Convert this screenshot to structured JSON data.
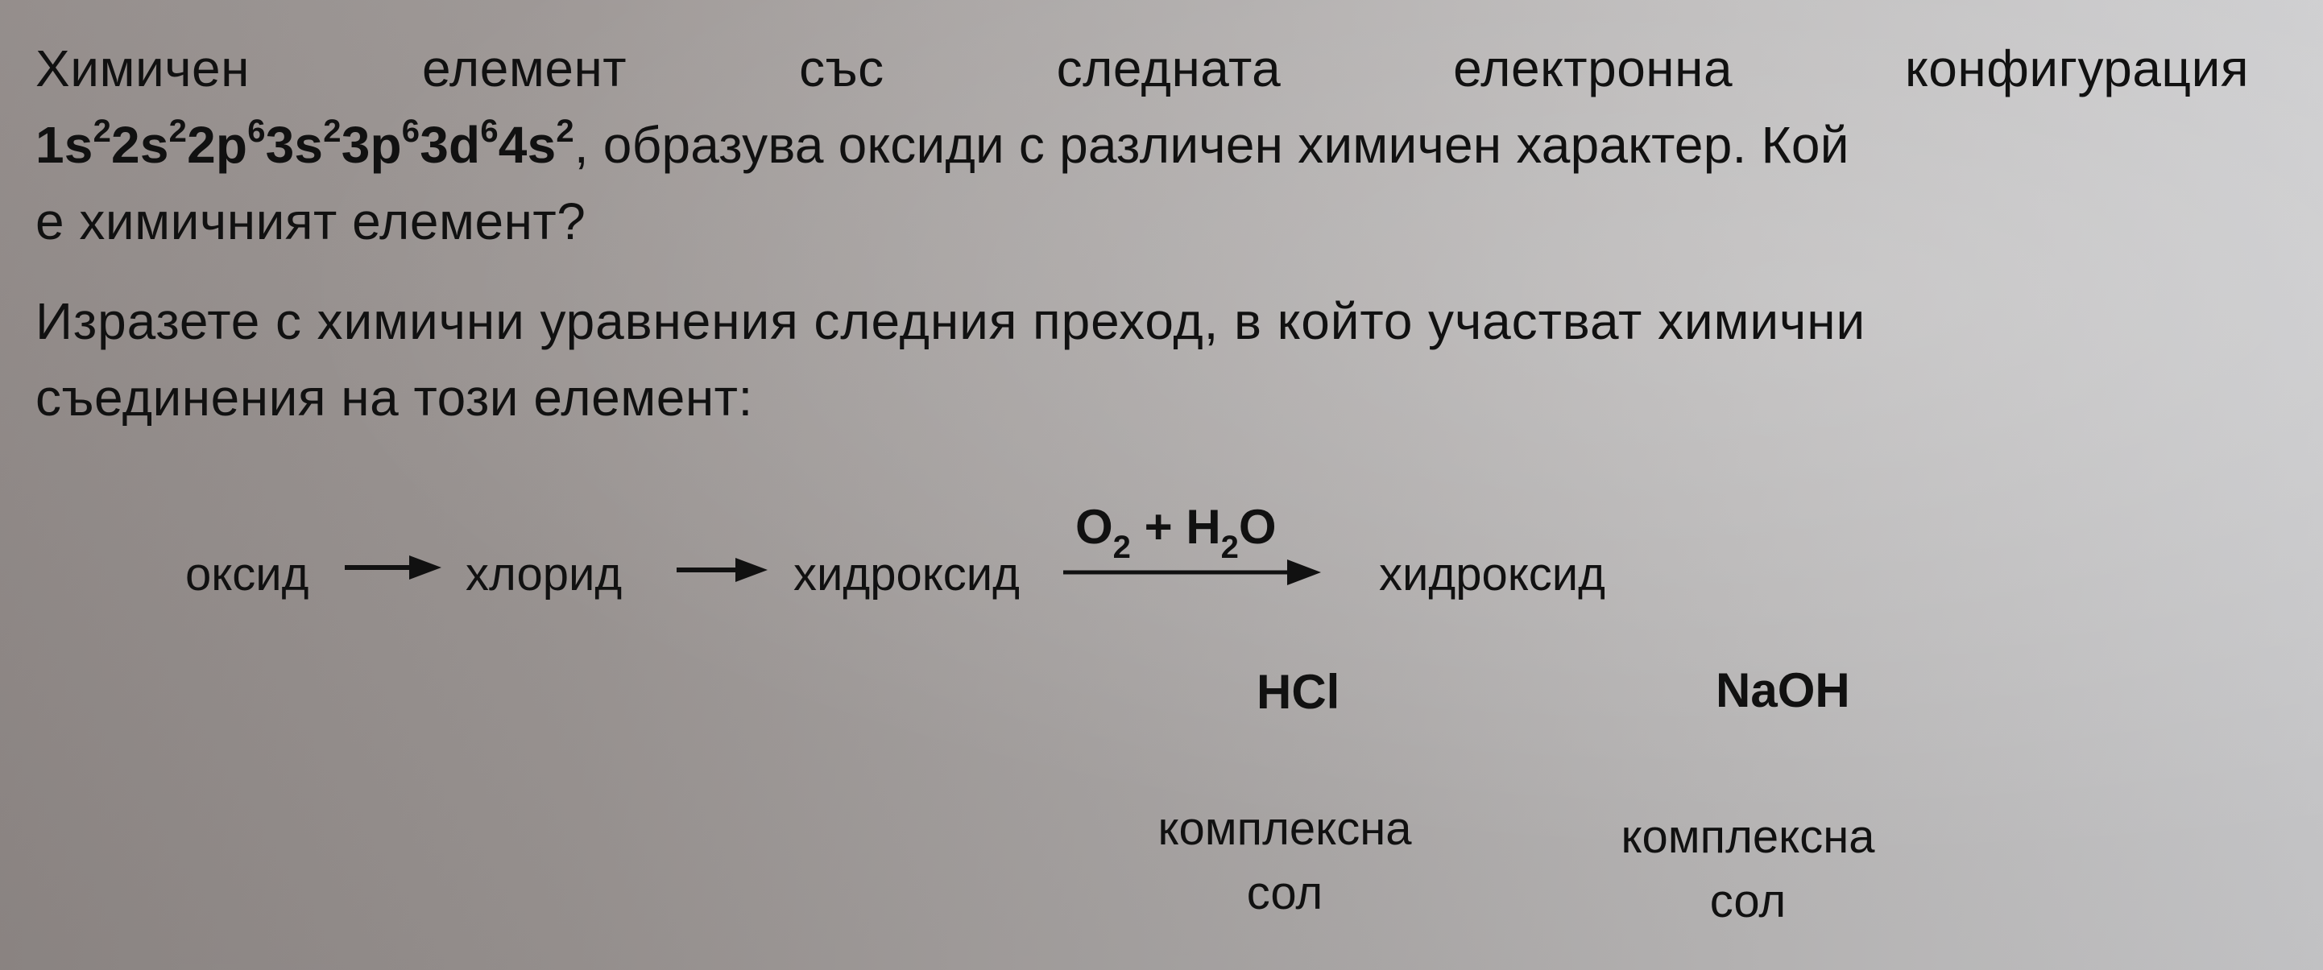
{
  "problem": {
    "paragraph1": {
      "line1_words": [
        "Химичен",
        "елемент",
        "със",
        "следната",
        "електронна",
        "конфигурация"
      ],
      "config": [
        {
          "base": "1s",
          "exp": "2"
        },
        {
          "base": "2s",
          "exp": "2"
        },
        {
          "base": "2p",
          "exp": "6"
        },
        {
          "base": "3s",
          "exp": "2"
        },
        {
          "base": "3p",
          "exp": "6"
        },
        {
          "base": "3d",
          "exp": "6"
        },
        {
          "base": "4s",
          "exp": "2"
        }
      ],
      "line2_rest": ", образува оксиди с различен химичен характер. Кой",
      "line3": "е химичният елемент?"
    },
    "paragraph2": {
      "line1": "Изразете с химични уравнения следния преход, в който участват химични",
      "line2": "съединения на този елемент:"
    }
  },
  "scheme": {
    "nodes": {
      "oxide": "оксид",
      "chloride": "хлорид",
      "hydroxide1": "хидроксид",
      "hydroxide2": "хидроксид"
    },
    "reagent_top": {
      "o": "O",
      "o_sub": "2",
      "plus": " + ",
      "h": "H",
      "h_sub": "2",
      "o2": "O"
    },
    "reagent_left": "HCl",
    "reagent_right": "NaOH",
    "products": {
      "left": {
        "line1": "комплексна",
        "line2": "сол"
      },
      "right": {
        "line1": "комплексна",
        "line2": "сол"
      }
    }
  }
}
